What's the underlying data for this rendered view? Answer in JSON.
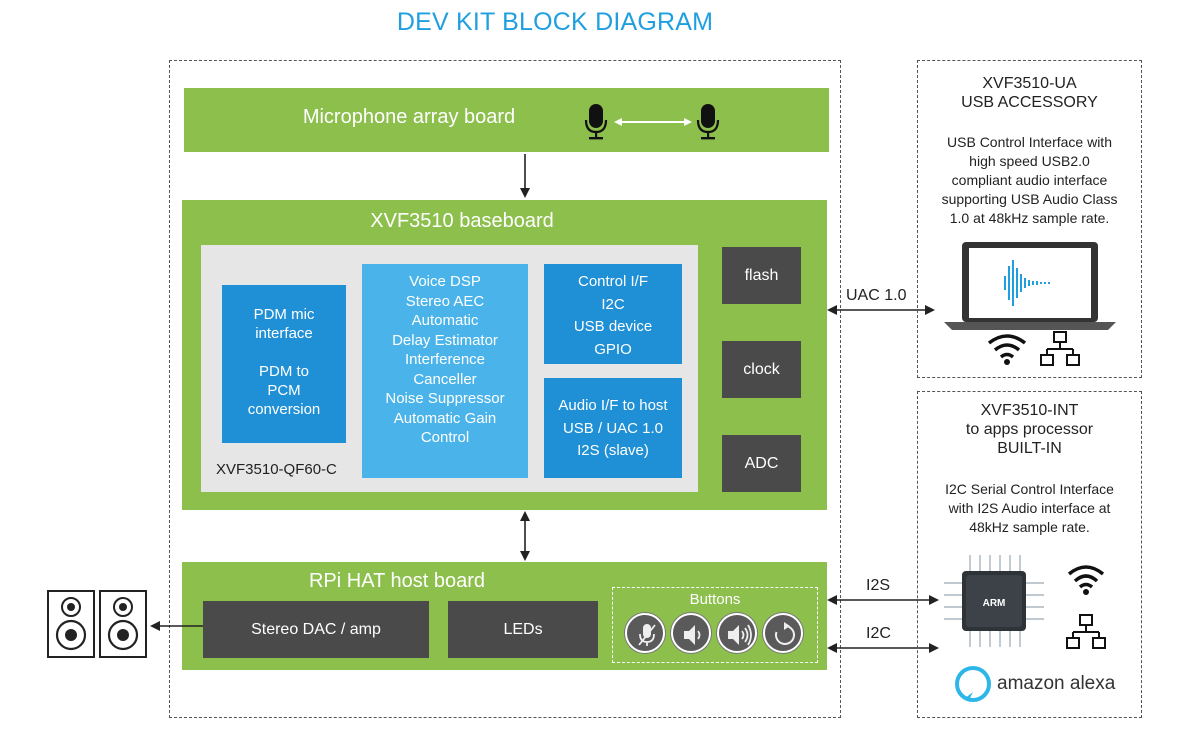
{
  "title": "DEV KIT BLOCK DIAGRAM",
  "mic_board": {
    "label": "Microphone array board"
  },
  "baseboard": {
    "label": "XVF3510 baseboard",
    "chip_label": "XVF3510-QF60-C",
    "pdm": [
      "PDM mic",
      "interface",
      "",
      "PDM to",
      "PCM",
      "conversion"
    ],
    "dsp": [
      "Voice DSP",
      "Stereo AEC",
      "Automatic",
      "Delay Estimator",
      "Interference",
      "Canceller",
      "Noise Suppressor",
      "Automatic Gain",
      "Control"
    ],
    "control": [
      "Control I/F",
      "I2C",
      "USB device",
      "GPIO"
    ],
    "audio": [
      "Audio I/F to host",
      "USB / UAC 1.0",
      "I2S (slave)"
    ],
    "flash": "flash",
    "clock": "clock",
    "adc": "ADC"
  },
  "rpi": {
    "label": "RPi HAT host board",
    "dac": "Stereo DAC / amp",
    "leds": "LEDs",
    "buttons_label": "Buttons",
    "buttons": [
      "mic-mute-icon",
      "volume-down-icon",
      "volume-up-icon",
      "reset-icon"
    ]
  },
  "links": {
    "uac": "UAC 1.0",
    "i2s": "I2S",
    "i2c": "I2C"
  },
  "ua": {
    "title": [
      "XVF3510-UA",
      "USB ACCESSORY"
    ],
    "desc": [
      "USB Control Interface with",
      "high speed USB2.0",
      "compliant audio interface",
      "supporting USB Audio Class",
      "1.0 at 48kHz sample rate."
    ]
  },
  "int": {
    "title": [
      "XVF3510-INT",
      "to apps processor",
      "BUILT-IN"
    ],
    "desc": [
      "I2C Serial Control Interface",
      "with I2S Audio interface at",
      "48kHz sample rate."
    ],
    "chip_text": "ARM",
    "alexa": "amazon alexa"
  },
  "colors": {
    "green": "#8cbf4c",
    "title_blue": "#1f9fe0",
    "dark_blue": "#1f8fd6",
    "light_blue": "#4ab4ea",
    "dark_grey": "#4a4a4a",
    "panel_grey": "#e6e6e6"
  }
}
